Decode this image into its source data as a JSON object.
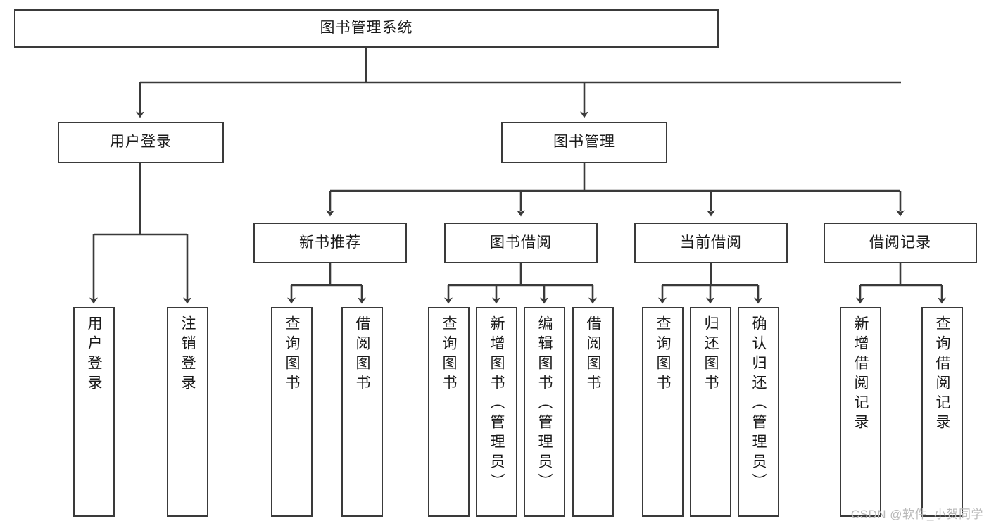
{
  "diagram": {
    "title": "图书管理系统",
    "type": "tree-hierarchy",
    "watermark": "CSDN @软件_小贺同学",
    "colors": {
      "background": "#ffffff",
      "node_border": "#3a3a3a",
      "node_fill": "#ffffff",
      "connector": "#3a3a3a",
      "text": "#1a1a1a",
      "watermark": "#b9b9b9"
    },
    "root": {
      "label": "图书管理系统"
    },
    "level1": [
      {
        "label": "用户登录"
      },
      {
        "label": "图书管理"
      }
    ],
    "level2": [
      {
        "label": "新书推荐"
      },
      {
        "label": "图书借阅"
      },
      {
        "label": "当前借阅"
      },
      {
        "label": "借阅记录"
      }
    ],
    "leaves": {
      "user_login": [
        {
          "label": "用户登录"
        },
        {
          "label": "注销登录"
        }
      ],
      "new_book": [
        {
          "label": "查询图书"
        },
        {
          "label": "借阅图书"
        }
      ],
      "book_borrow": [
        {
          "label": "查询图书"
        },
        {
          "label": "新增图书（管理员）"
        },
        {
          "label": "编辑图书（管理员）"
        },
        {
          "label": "借阅图书"
        }
      ],
      "current_borrow": [
        {
          "label": "查询图书"
        },
        {
          "label": "归还图书"
        },
        {
          "label": "确认归还（管理员）"
        }
      ],
      "borrow_record": [
        {
          "label": "新增借阅记录"
        },
        {
          "label": "查询借阅记录"
        }
      ]
    }
  }
}
